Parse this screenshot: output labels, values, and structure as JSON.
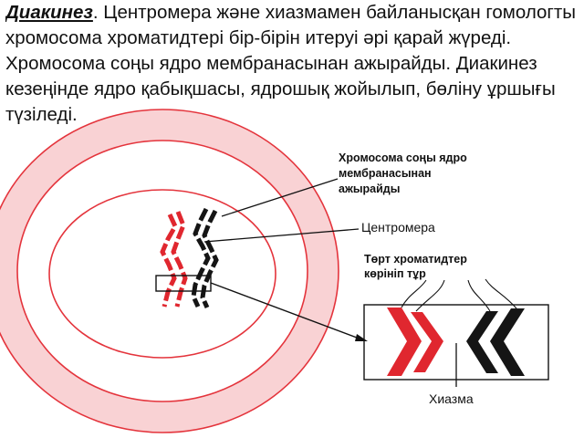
{
  "paragraph": {
    "term": "Диакинез",
    "text": ". Центромера және хиазмамен байланысқан гомологты хромосома хроматидтері бір-бірін итеруі әрі қарай жүреді. Хромосома соңы ядро мембранасынан ажырайды. Диакинез кезеңінде ядро қабықшасы, ядрошық жойылып, бөліну ұршығы түзіледі."
  },
  "labels": {
    "membrane_line1": "Хромосома соңы ядро",
    "membrane_line2": "мембранасынан",
    "membrane_line3": "ажырайды",
    "centromere": "Центромера",
    "chromatids_line1": "Төрт хроматидтер",
    "chromatids_line2": "көрініп тұр",
    "chiasma": "Хиазма"
  },
  "colors": {
    "cell_red": "#e4343c",
    "chromatid_red": "#e0272f",
    "chromatid_black": "#151515",
    "line": "#111111"
  }
}
